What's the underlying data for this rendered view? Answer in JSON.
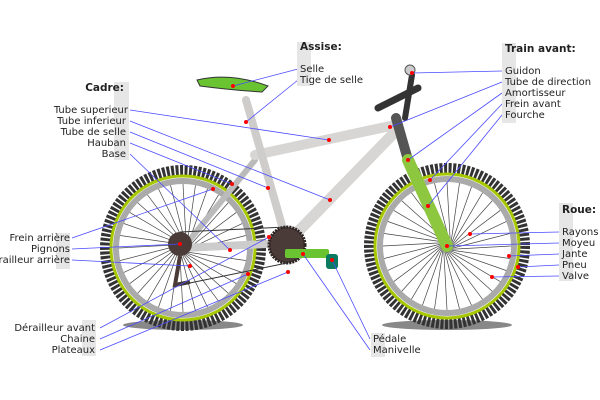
{
  "groups": {
    "assise": {
      "title": "Assise:",
      "items": [
        "Selle",
        "Tige de selle"
      ]
    },
    "cadre": {
      "title": "Cadre:",
      "items": [
        "Tube superieur",
        "Tube inferieur",
        "Tube de selle",
        "Hauban",
        "Base"
      ]
    },
    "train_avant": {
      "title": "Train avant:",
      "items": [
        "Guidon",
        "Tube de direction",
        "Amortisseur",
        "Frein avant",
        "Fourche"
      ]
    },
    "roue": {
      "title": "Roue:",
      "items": [
        "Rayons",
        "Moyeu",
        "Jante",
        "Pneu",
        "Valve"
      ]
    },
    "transmission_arriere": {
      "items": [
        "Frein arrière",
        "Pignons",
        "Dérailleur arrière"
      ]
    },
    "transmission_avant": {
      "items": [
        "Dérailleur avant",
        "Chaine",
        "Plateaux"
      ]
    },
    "pedalier": {
      "items": [
        "Pédale",
        "Manivelle"
      ]
    }
  },
  "colors": {
    "accent_green": "#8dc63f",
    "leader_line": "#4a4aff",
    "marker": "#ff0000",
    "frame": "#d8d6d4",
    "tire": "#333333"
  }
}
